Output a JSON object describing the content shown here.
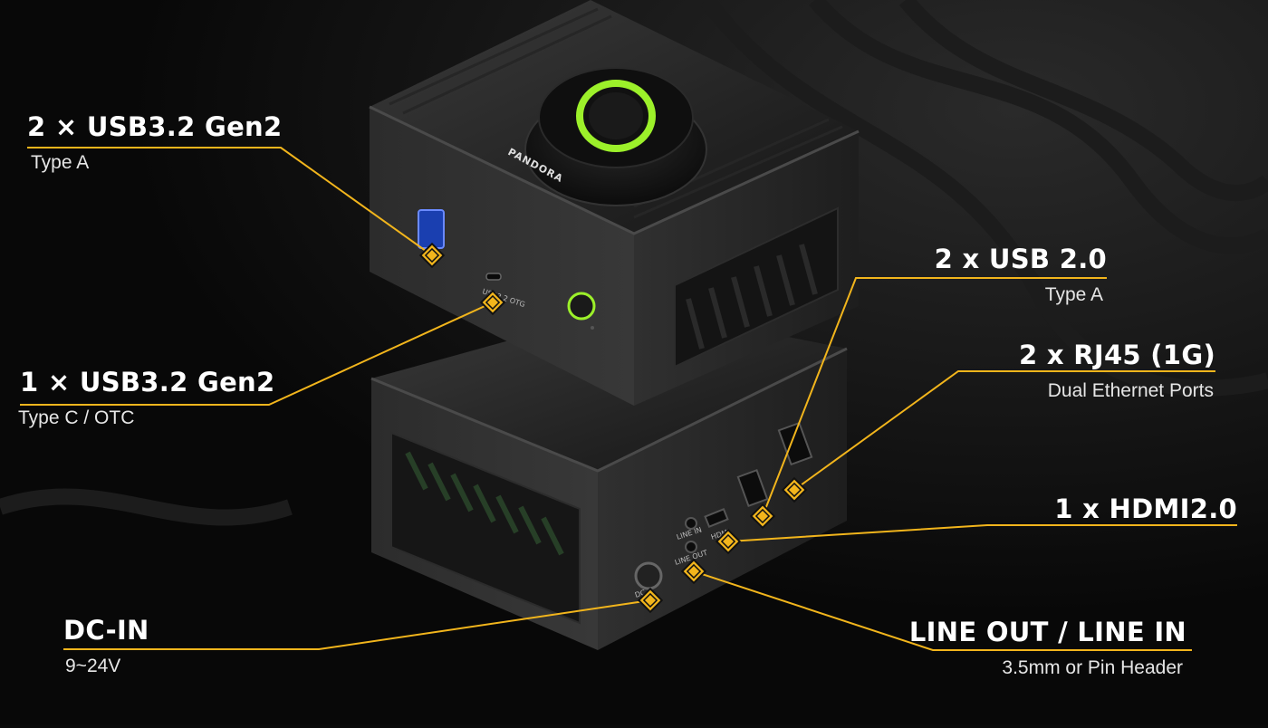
{
  "theme": {
    "accent": "#f2b51c",
    "background": "#0a0a0a",
    "ring": "#9cf02a"
  },
  "device": {
    "brand": "PANDORA",
    "port_labels": {
      "usb_otg": "USB3.2 OTG",
      "line_in": "LINE IN",
      "line_out": "LINE OUT",
      "hdmi": "HDMI",
      "dc": "DC"
    }
  },
  "callouts": [
    {
      "id": "usb32-typea",
      "title": "2 × USB3.2 Gen2",
      "subtitle": "Type A"
    },
    {
      "id": "usb32-typec",
      "title": "1 × USB3.2 Gen2",
      "subtitle": "Type C / OTC"
    },
    {
      "id": "dc-in",
      "title": "DC-IN",
      "subtitle": "9~24V"
    },
    {
      "id": "usb20",
      "title": "2 x USB 2.0",
      "subtitle": "Type A"
    },
    {
      "id": "rj45",
      "title": "2 x RJ45 (1G)",
      "subtitle": "Dual Ethernet Ports"
    },
    {
      "id": "hdmi",
      "title": "1 x HDMI2.0",
      "subtitle": ""
    },
    {
      "id": "audio",
      "title": "LINE OUT / LINE IN",
      "subtitle": "3.5mm or Pin Header"
    }
  ]
}
